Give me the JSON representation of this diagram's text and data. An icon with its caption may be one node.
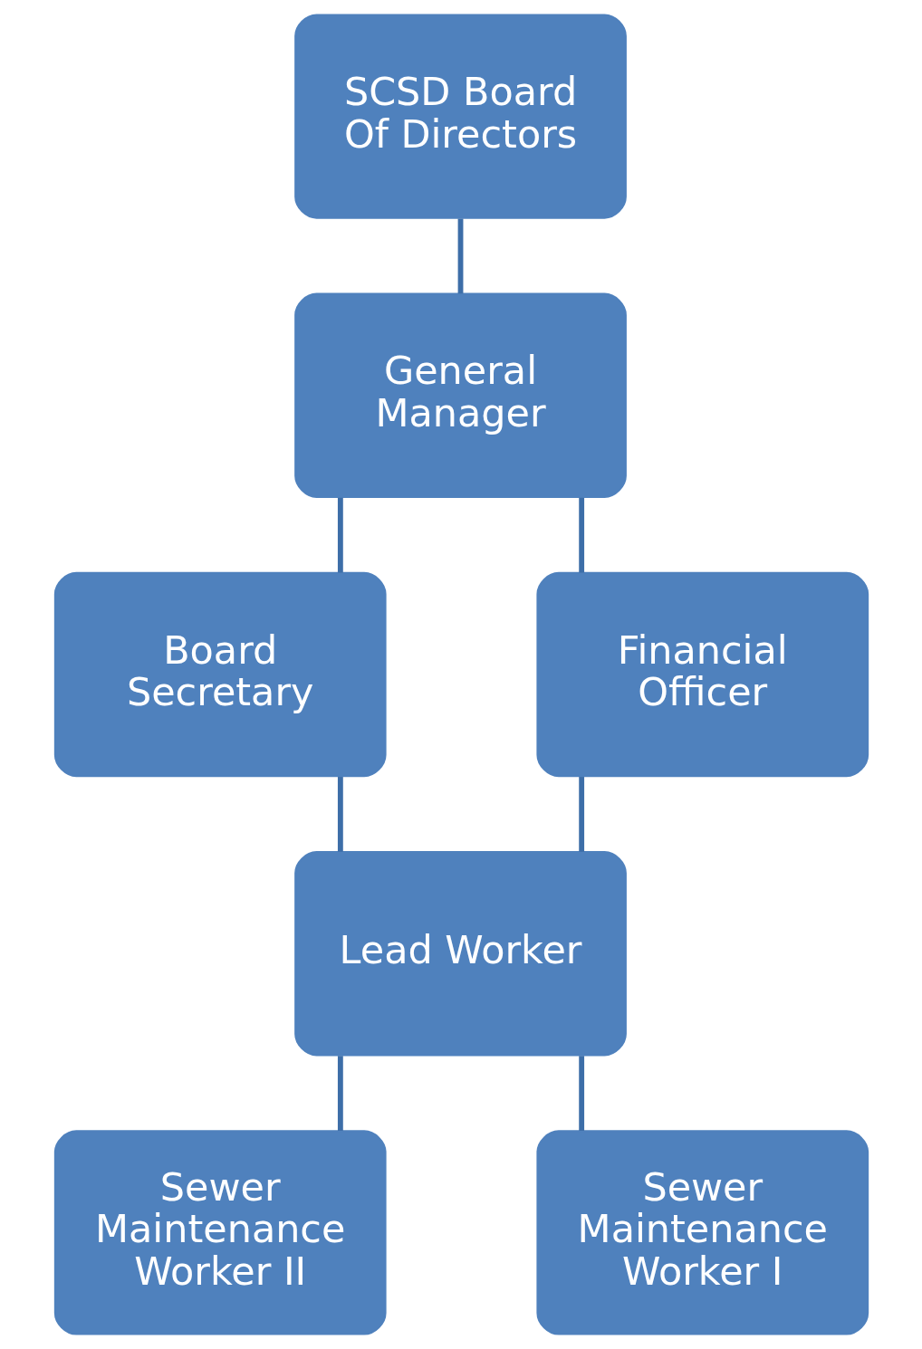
{
  "diagram": {
    "nodes": [
      {
        "text": [
          "SCSD Board Of Directors"
        ]
      },
      {
        "text": [
          "General Manager"
        ]
      },
      {
        "text": [
          "Board Secretary"
        ]
      },
      {
        "text": [
          "Financial Officer"
        ]
      },
      {
        "text": [
          "Lead Worker"
        ]
      },
      {
        "text": [
          "Sewer Maintenance Worker II"
        ]
      },
      {
        "text": [
          "Sewer Maintenance Worker I"
        ]
      }
    ],
    "edges": [
      {
        "from": 0,
        "to": 1,
        "arrow": "none"
      },
      {
        "from": 1,
        "to": 2,
        "arrow": "none"
      },
      {
        "from": 1,
        "to": 3,
        "arrow": "none"
      },
      {
        "from": 2,
        "to": 4,
        "arrow": "none"
      },
      {
        "from": 3,
        "to": 4,
        "arrow": "none"
      },
      {
        "from": 4,
        "to": 5,
        "arrow": "none"
      },
      {
        "from": 4,
        "to": 6,
        "arrow": "none"
      }
    ]
  }
}
